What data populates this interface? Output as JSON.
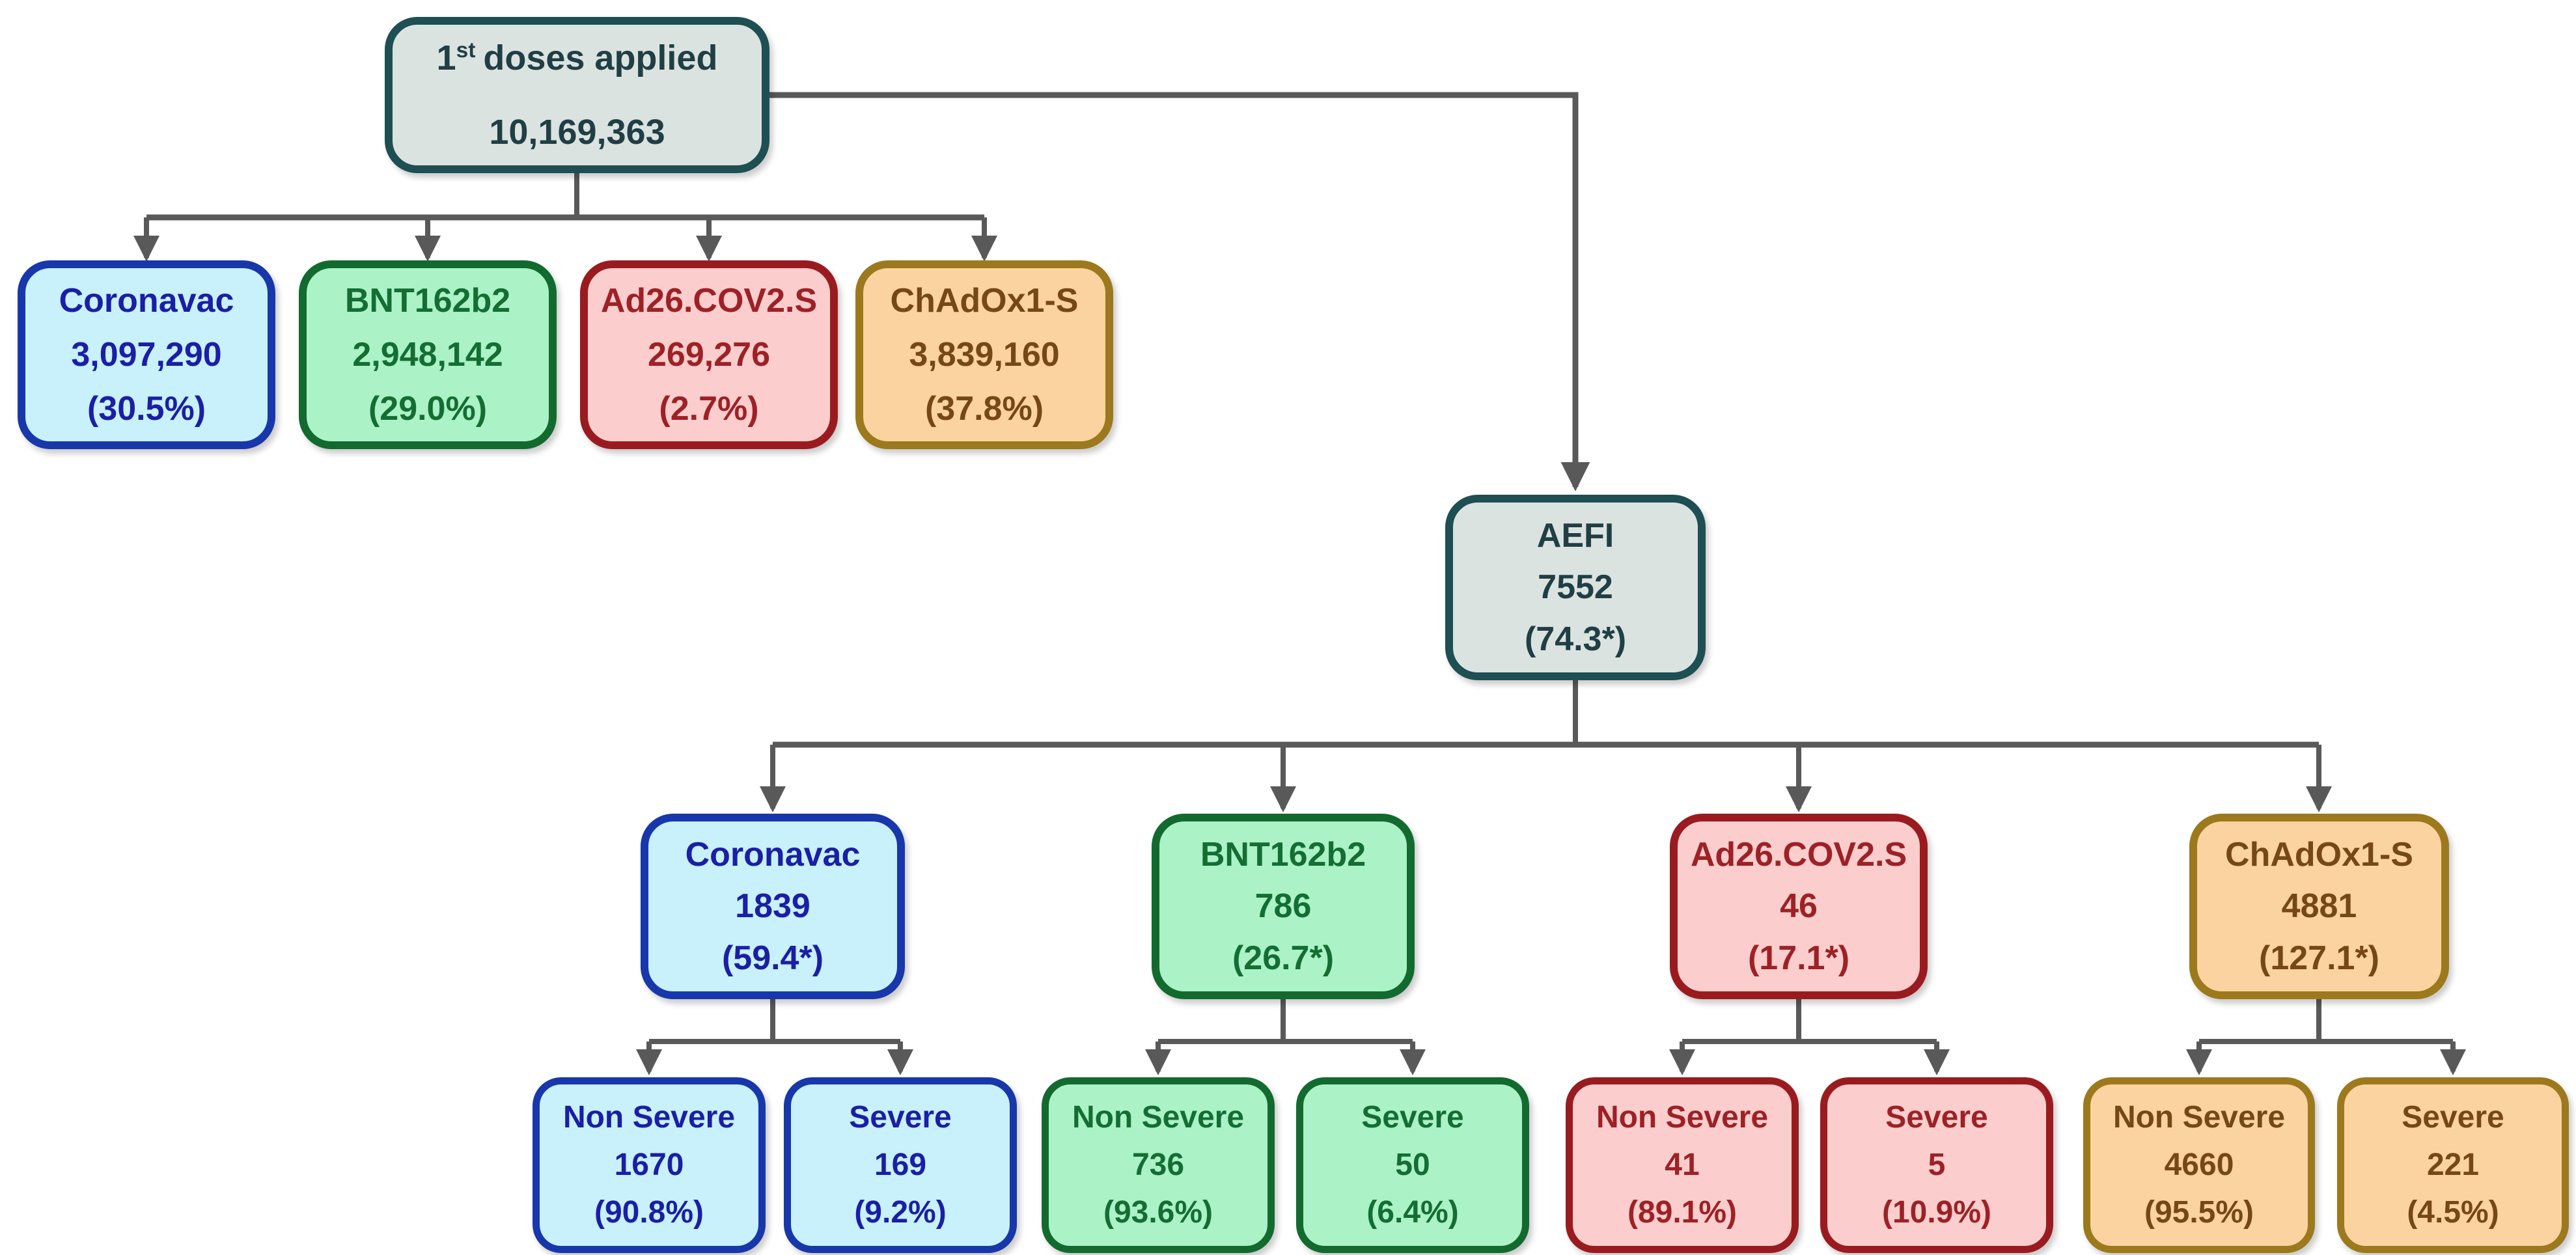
{
  "root": {
    "label_num": "1",
    "label_sup": "st",
    "label_rest": "doses applied",
    "value": "10,169,363"
  },
  "first_doses": [
    {
      "label": "Coronavac",
      "value": "3,097,290",
      "note": "(30.5%)",
      "color": "blue"
    },
    {
      "label": "BNT162b2",
      "value": "2,948,142",
      "note": "(29.0%)",
      "color": "green"
    },
    {
      "label": "Ad26.COV2.S",
      "value": "269,276",
      "note": "(2.7%)",
      "color": "red"
    },
    {
      "label": "ChAdOx1-S",
      "value": "3,839,160",
      "note": "(37.8%)",
      "color": "orange"
    }
  ],
  "aefi": {
    "label": "AEFI",
    "value": "7552",
    "note": "(74.3*)"
  },
  "aefi_by_vaccine": [
    {
      "label": "Coronavac",
      "value": "1839",
      "note": "(59.4*)",
      "color": "blue",
      "severity": [
        {
          "label": "Non Severe",
          "value": "1670",
          "note": "(90.8%)"
        },
        {
          "label": "Severe",
          "value": "169",
          "note": "(9.2%)"
        }
      ]
    },
    {
      "label": "BNT162b2",
      "value": "786",
      "note": "(26.7*)",
      "color": "green",
      "severity": [
        {
          "label": "Non Severe",
          "value": "736",
          "note": "(93.6%)"
        },
        {
          "label": "Severe",
          "value": "50",
          "note": "(6.4%)"
        }
      ]
    },
    {
      "label": "Ad26.COV2.S",
      "value": "46",
      "note": "(17.1*)",
      "color": "red",
      "severity": [
        {
          "label": "Non Severe",
          "value": "41",
          "note": "(89.1%)"
        },
        {
          "label": "Severe",
          "value": "5",
          "note": "(10.9%)"
        }
      ]
    },
    {
      "label": "ChAdOx1-S",
      "value": "4881",
      "note": "(127.1*)",
      "color": "orange",
      "severity": [
        {
          "label": "Non Severe",
          "value": "4660",
          "note": "(95.5%)"
        },
        {
          "label": "Severe",
          "value": "221",
          "note": "(4.5%)"
        }
      ]
    }
  ],
  "colors": {
    "connector": "#595959",
    "gray": {
      "fill": "#dbe3e1",
      "border": "#1d4f53",
      "text": "#203f44"
    },
    "blue": {
      "fill": "#c8f1fc",
      "border": "#1737ab",
      "text": "#1a1fa5"
    },
    "green": {
      "fill": "#abf2c6",
      "border": "#136a2f",
      "text": "#146e34"
    },
    "red": {
      "fill": "#fbcecd",
      "border": "#9a1b1f",
      "text": "#9d2126"
    },
    "orange": {
      "fill": "#fbd3a1",
      "border": "#9d791d",
      "text": "#764817"
    }
  }
}
